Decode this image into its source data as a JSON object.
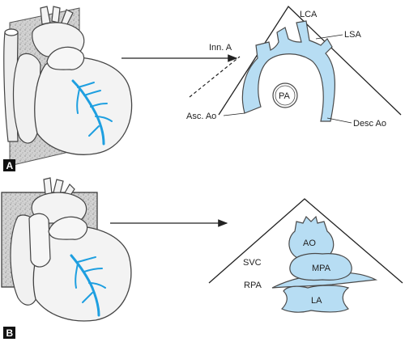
{
  "panels": [
    {
      "letter": "A",
      "labels": {
        "lca": "LCA",
        "lsa": "LSA",
        "inn": "Inn. A",
        "asc": "Asc. Ao",
        "pa": "PA",
        "desc": "Desc Ao"
      }
    },
    {
      "letter": "B",
      "labels": {
        "ao": "AO",
        "mpa": "MPA",
        "svc": "SVC",
        "rpa": "RPA",
        "la": "LA"
      }
    }
  ],
  "colors": {
    "vessel_fill": "#b7ddf3",
    "vessel_stroke": "#4a4a4a",
    "coronary": "#1e9fe0",
    "heart_fill": "#f3f3f3",
    "speckle": "#c8c8c8",
    "badge": "#111111"
  }
}
